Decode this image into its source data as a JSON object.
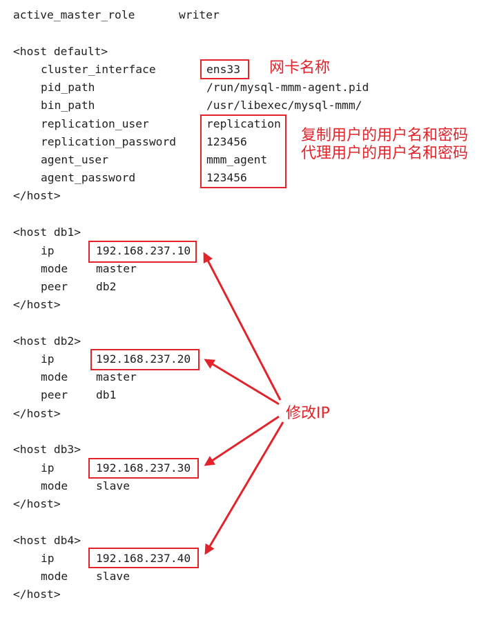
{
  "header": {
    "key": "active_master_role",
    "value": "writer"
  },
  "host_default": {
    "open": "<host default>",
    "close": "</host>",
    "rows": [
      {
        "key": "cluster_interface",
        "value": "ens33"
      },
      {
        "key": "pid_path",
        "value": "/run/mysql-mmm-agent.pid"
      },
      {
        "key": "bin_path",
        "value": "/usr/libexec/mysql-mmm/"
      },
      {
        "key": "replication_user",
        "value": "replication"
      },
      {
        "key": "replication_password",
        "value": "123456"
      },
      {
        "key": "agent_user",
        "value": "mmm_agent"
      },
      {
        "key": "agent_password",
        "value": "123456"
      }
    ]
  },
  "hosts": [
    {
      "open": "<host db1>",
      "close": "</host>",
      "ip": "192.168.237.10",
      "mode": "master",
      "peer": "db2"
    },
    {
      "open": "<host db2>",
      "close": "</host>",
      "ip": "192.168.237.20",
      "mode": "master",
      "peer": "db1"
    },
    {
      "open": "<host db3>",
      "close": "</host>",
      "ip": "192.168.237.30",
      "mode": "slave"
    },
    {
      "open": "<host db4>",
      "close": "</host>",
      "ip": "192.168.237.40",
      "mode": "slave"
    }
  ],
  "keys": {
    "ip": "ip",
    "mode": "mode",
    "peer": "peer"
  },
  "annotations": {
    "nic_name": "网卡名称",
    "replication_credentials": "复制用户的用户名和密码",
    "agent_credentials": "代理用户的用户名和密码",
    "modify_ip": "修改IP"
  },
  "colors": {
    "annotation": "#e2232a",
    "text": "#1f1f1f",
    "background": "#ffffff"
  }
}
